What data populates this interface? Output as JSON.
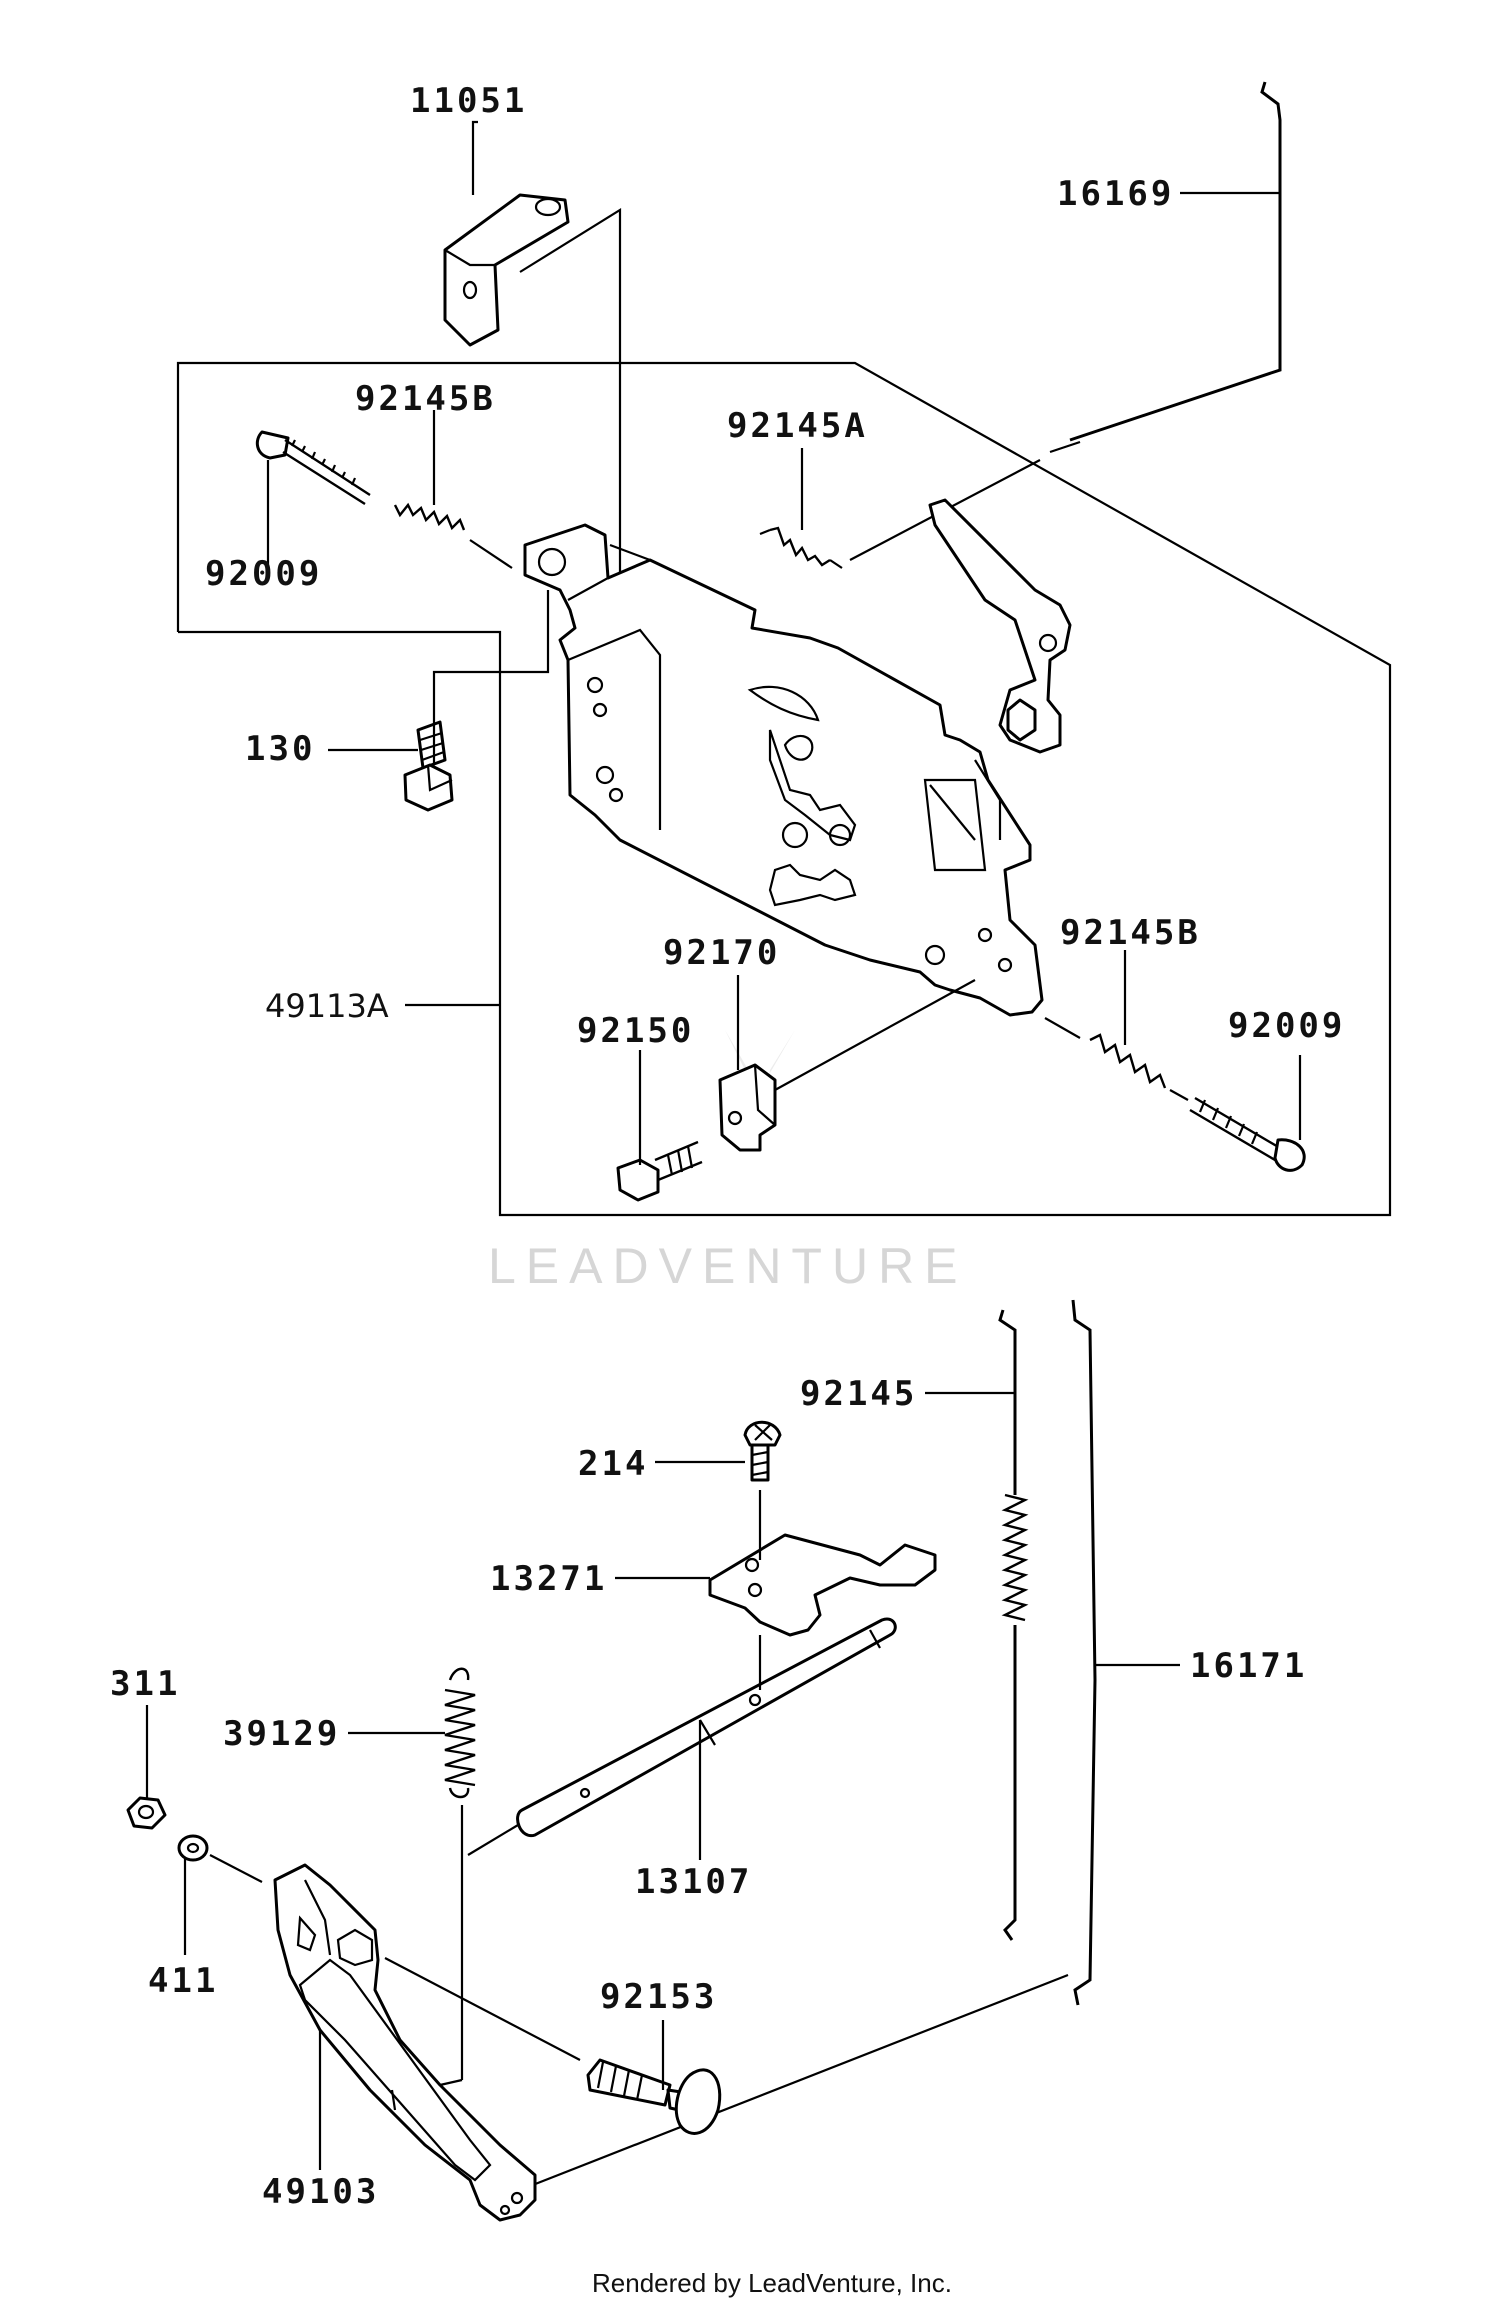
{
  "diagram": {
    "watermark": "LEADVENTURE",
    "footer": "Rendered by LeadVenture, Inc.",
    "callouts": [
      {
        "id": "c-11051",
        "label": "11051"
      },
      {
        "id": "c-16169",
        "label": "16169"
      },
      {
        "id": "c-92145b-top",
        "label": "92145B"
      },
      {
        "id": "c-92145a",
        "label": "92145A"
      },
      {
        "id": "c-92009-top",
        "label": "92009"
      },
      {
        "id": "c-130",
        "label": "130"
      },
      {
        "id": "c-49113a",
        "label": "49113A"
      },
      {
        "id": "c-92170",
        "label": "92170"
      },
      {
        "id": "c-92145b-bottom",
        "label": "92145B"
      },
      {
        "id": "c-92150",
        "label": "92150"
      },
      {
        "id": "c-92009-bottom",
        "label": "92009"
      },
      {
        "id": "c-92145",
        "label": "92145"
      },
      {
        "id": "c-214",
        "label": "214"
      },
      {
        "id": "c-13271",
        "label": "13271"
      },
      {
        "id": "c-16171",
        "label": "16171"
      },
      {
        "id": "c-311",
        "label": "311"
      },
      {
        "id": "c-39129",
        "label": "39129"
      },
      {
        "id": "c-13107",
        "label": "13107"
      },
      {
        "id": "c-411",
        "label": "411"
      },
      {
        "id": "c-92153",
        "label": "92153"
      },
      {
        "id": "c-49103",
        "label": "49103"
      }
    ]
  }
}
